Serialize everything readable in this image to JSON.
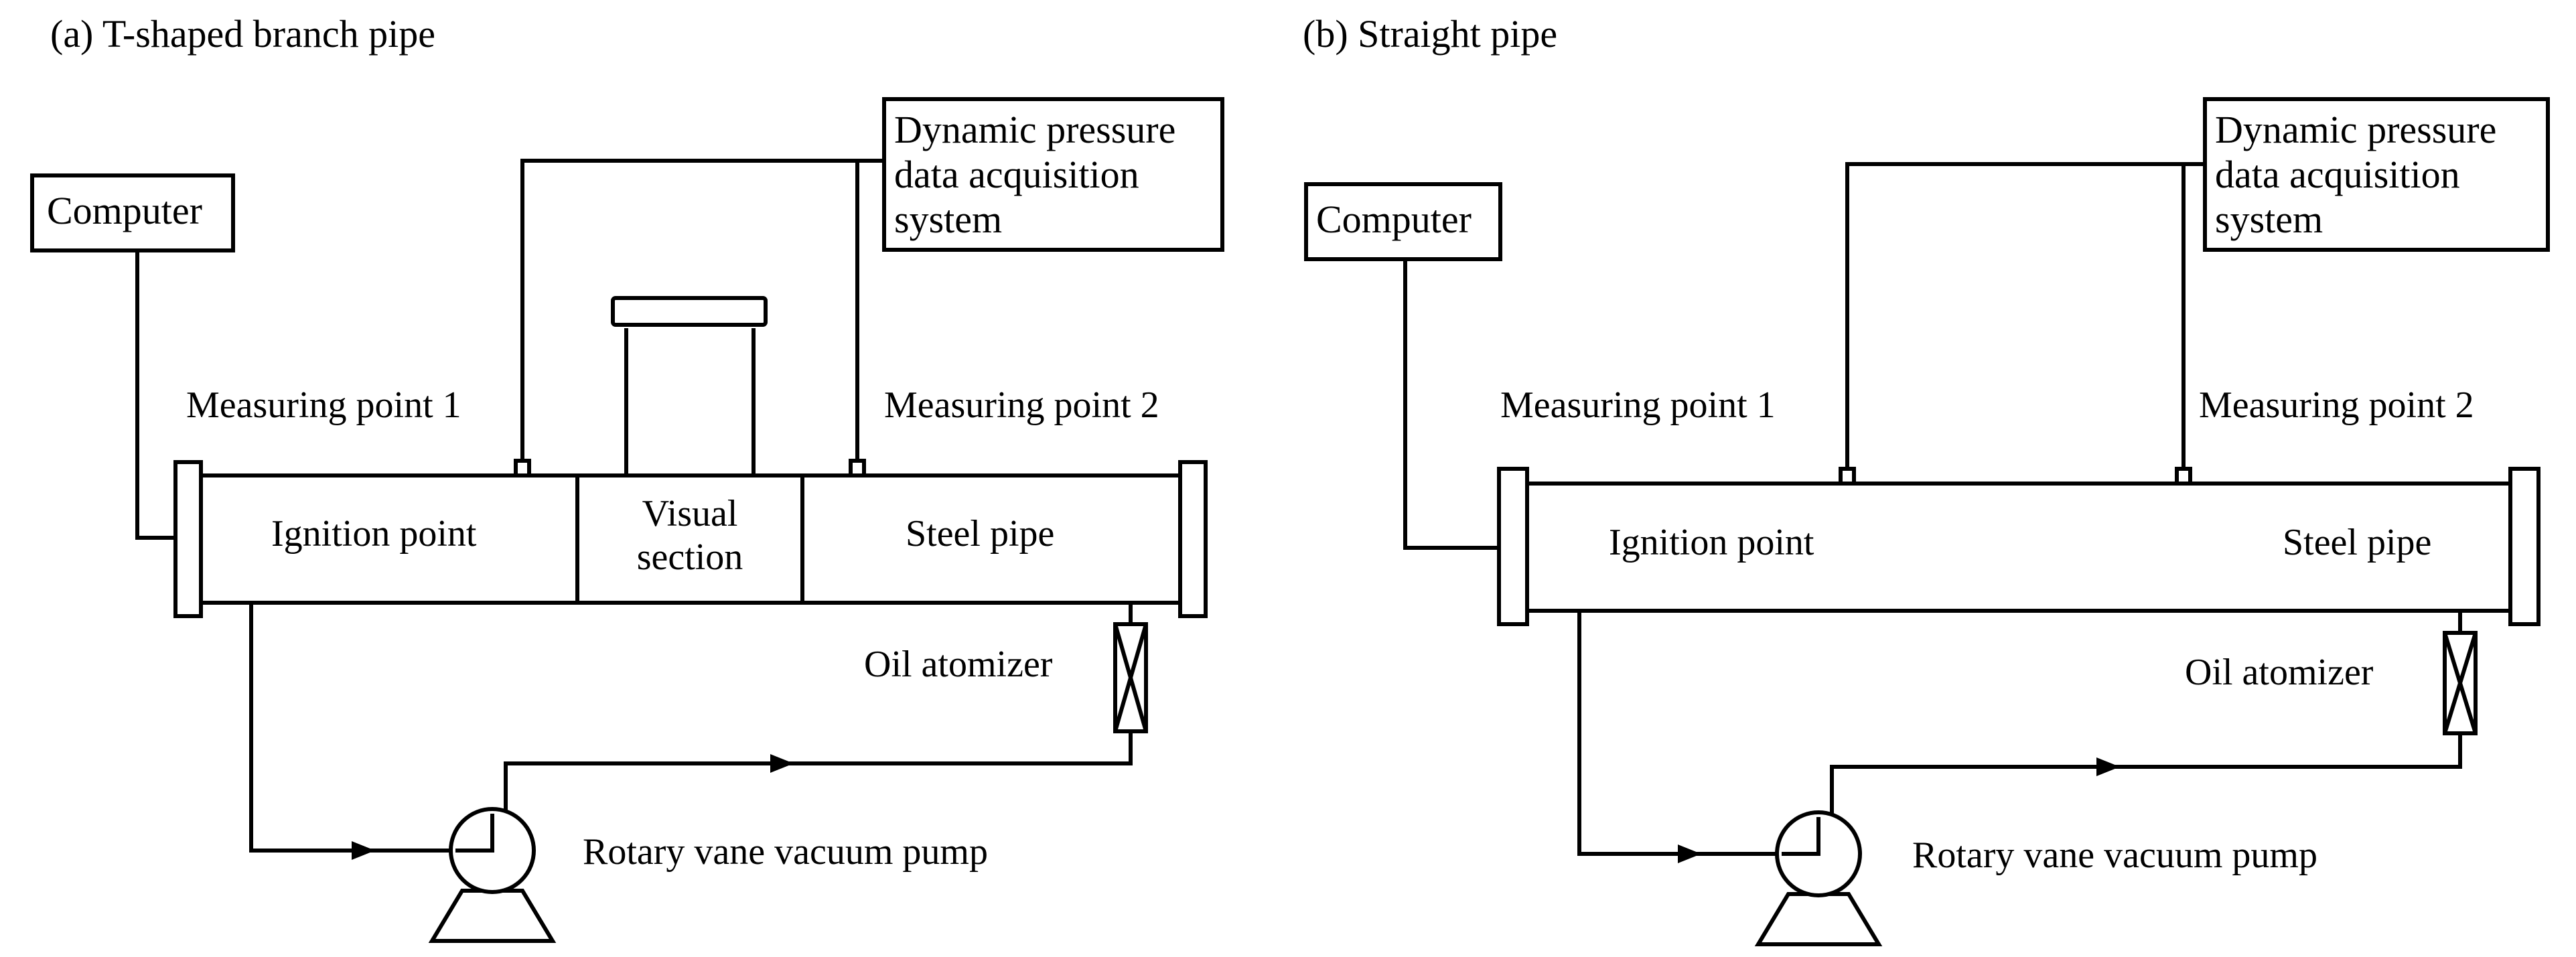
{
  "panel_a": {
    "title": "(a) T-shaped branch pipe",
    "computer": "Computer",
    "daq_line1": "Dynamic pressure",
    "daq_line2": "data acquisition",
    "daq_line3": "system",
    "mp1": "Measuring point 1",
    "mp2": "Measuring point 2",
    "ignition": "Ignition point",
    "visual_line1": "Visual",
    "visual_line2": "section",
    "steel": "Steel pipe",
    "oil": "Oil atomizer",
    "pump": "Rotary vane vacuum pump"
  },
  "panel_b": {
    "title": "(b) Straight pipe",
    "computer": "Computer",
    "daq_line1": "Dynamic pressure",
    "daq_line2": "data acquisition",
    "daq_line3": "system",
    "mp1": "Measuring point 1",
    "mp2": "Measuring point 2",
    "ignition": "Ignition point",
    "steel": "Steel pipe",
    "oil": "Oil atomizer",
    "pump": "Rotary vane vacuum pump"
  }
}
